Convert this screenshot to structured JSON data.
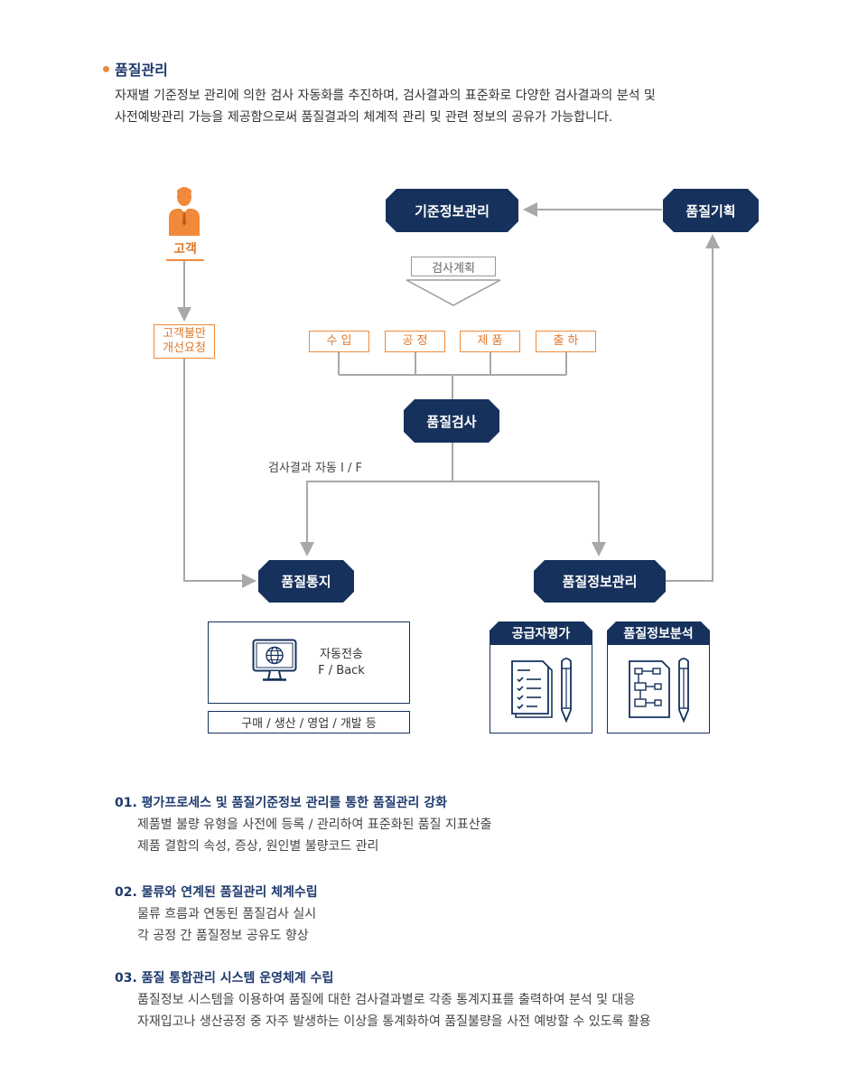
{
  "header": {
    "title": "품질관리",
    "intro_line1": "자재별 기준정보 관리에 의한 검사 자동화를 추진하며, 검사결과의 표준화로 다양한 검사결과의 분석 및",
    "intro_line2": "사전예방관리 가능을 제공함으로써 품질결과의 체계적 관리 및 관련 정보의 공유가 가능합니다."
  },
  "diagram": {
    "customer_label": "고객",
    "complaint_line1": "고객불만",
    "complaint_line2": "개선요청",
    "standard_info": "기준정보관리",
    "quality_plan": "품질기획",
    "inspection_plan": "검사계획",
    "stages": [
      "수 입",
      "공 정",
      "제 품",
      "출 하"
    ],
    "quality_inspection": "품질검사",
    "auto_if": "검사결과 자동 I / F",
    "quality_notice": "품질통지",
    "quality_info": "품질정보관리",
    "auto_send_line1": "자동전송",
    "auto_send_line2": "F / Back",
    "departments": "구매 / 생산 / 영업 / 개발 등",
    "supplier_eval": "공급자평가",
    "info_analysis": "품질정보분석"
  },
  "sections": [
    {
      "title": "01. 평가프로세스 및 품질기준정보 관리를 통한 품질관리 강화",
      "lines": [
        "제품별 불량 유형을 사전에 등록 / 관리하여 표준화된 품질 지표산출",
        "제품 결함의 속성, 증상, 원인별 불량코드 관리"
      ]
    },
    {
      "title": "02. 물류와 연계된 품질관리 체계수립",
      "lines": [
        "물류 흐름과 연동된 품질검사 실시",
        "각 공정 간 품질정보 공유도 향상"
      ]
    },
    {
      "title": "03. 품질 통합관리 시스템 운영체계 수립",
      "lines": [
        "품질정보 시스템을 이용하여 품질에 대한 검사결과별로 각종 통계지표를 출력하여 분석 및 대응",
        "자재입고나 생산공정 중 자주 발생하는 이상을 통계화하여 품질불량을 사전 예방할 수 있도록 활용"
      ]
    }
  ],
  "colors": {
    "navy": "#16315c",
    "orange": "#f08a3a",
    "gray_line": "#a8a8a8"
  },
  "icons": [
    "person-icon",
    "monitor-globe-icon",
    "checklist-icon",
    "flowchart-icon",
    "pencil-icon"
  ]
}
